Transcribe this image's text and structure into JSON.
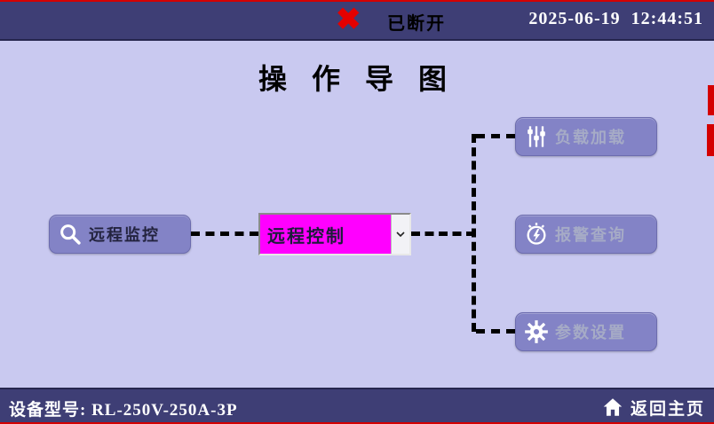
{
  "colors": {
    "topbar_bg": "#3e3e75",
    "main_bg": "#c9c9f0",
    "button_bg": "#8383c6",
    "dropdown_bg": "#ff00ff",
    "status_red": "#e40000"
  },
  "topbar": {
    "status_icon": "disconnected-x-icon",
    "status_text": "已断开",
    "datetime": "2025-06-19  12:44:51"
  },
  "title": "操 作 导 图",
  "nodes": {
    "left_button": {
      "label": "远程监控",
      "icon": "magnifier-icon"
    },
    "dropdown": {
      "value": "远程控制",
      "arrow": "v"
    },
    "right_buttons": [
      {
        "label": "负载加载",
        "icon": "sliders-icon"
      },
      {
        "label": "报警查询",
        "icon": "alarm-bulb-icon"
      },
      {
        "label": "参数设置",
        "icon": "gear-icon"
      }
    ]
  },
  "bottombar": {
    "device_model": "设备型号: RL-250V-250A-3P",
    "home_label": "返回主页",
    "home_icon": "home-icon"
  }
}
